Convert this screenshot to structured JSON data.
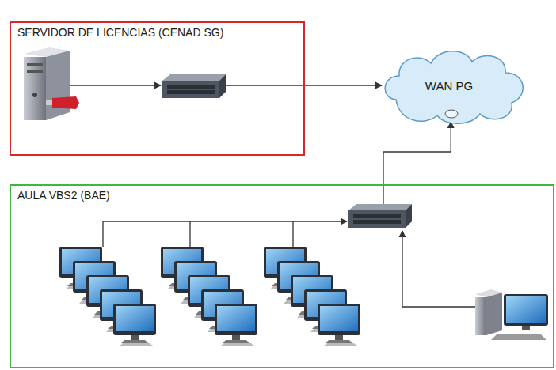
{
  "diagram": {
    "nodes": [
      {
        "text": [
          "SERVIDOR DE LICENCIAS (CENAD SG)"
        ]
      },
      {
        "text": [
          "WAN PG"
        ]
      },
      {
        "text": [
          "AULA VBS2 (BAE)"
        ]
      }
    ],
    "edges": [
      {
        "from": 0,
        "to": 1,
        "arrow": "to"
      },
      {
        "from": 2,
        "to": 1,
        "arrow": "to"
      }
    ]
  }
}
